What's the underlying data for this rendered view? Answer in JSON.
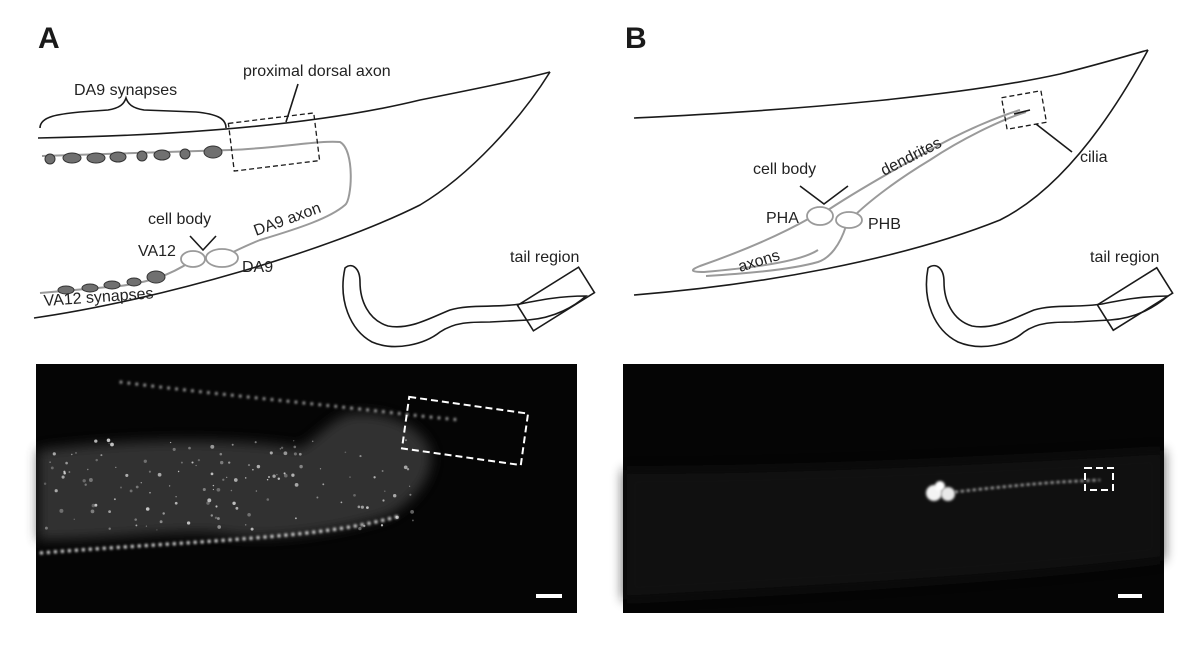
{
  "panel_a": {
    "letter": "A",
    "labels": {
      "da9_synapses": "DA9 synapses",
      "proximal_dorsal_axon": "proximal dorsal axon",
      "cell_body": "cell body",
      "va12": "VA12",
      "da9": "DA9",
      "da9_axon": "DA9 axon",
      "va12_synapses": "VA12 synapses",
      "tail_region": "tail region"
    }
  },
  "panel_b": {
    "letter": "B",
    "labels": {
      "cell_body": "cell body",
      "dendrites": "dendrites",
      "cilia": "cilia",
      "pha": "PHA",
      "phb": "PHB",
      "axons": "axons",
      "tail_region": "tail region"
    }
  },
  "colors": {
    "neuron": "#9a9a9a",
    "outline": "#1a1a1a",
    "micrograph_bg": "#050505",
    "fluorescence": "#ffffff"
  }
}
